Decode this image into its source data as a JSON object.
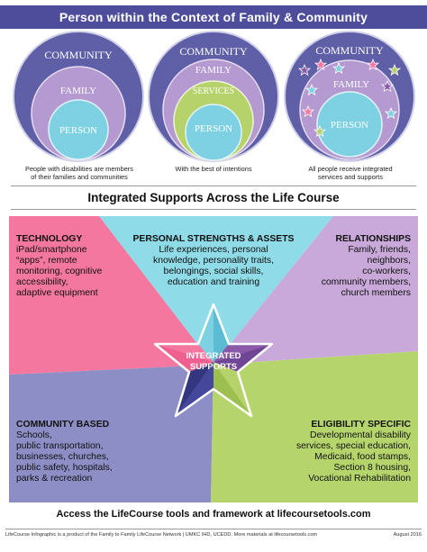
{
  "header": {
    "title": "Person within the Context of Family & Community"
  },
  "circles": [
    {
      "community": "COMMUNITY",
      "family": "FAMILY",
      "person": "PERSON",
      "caption": "People with disabilities are members\nof their families and communities"
    },
    {
      "community": "COMMUNITY",
      "family": "FAMILY",
      "services": "SERVICES",
      "person": "PERSON",
      "caption": "With the best of intentions"
    },
    {
      "community": "COMMUNITY",
      "family": "FAMILY",
      "person": "PERSON",
      "caption": "All people receive integrated\nservices and supports"
    }
  ],
  "supports": {
    "title": "Integrated Supports Across the Life Course",
    "center": [
      "INTEGRATED",
      "SUPPORTS"
    ],
    "technology": {
      "title": "TECHNOLOGY",
      "body": "iPad/smartphone\n“apps”, remote\nmonitoring, cognitive\naccessibility,\nadaptive equipment"
    },
    "personal": {
      "title": "PERSONAL STRENGTHS & ASSETS",
      "body": "Life experiences, personal\nknowledge, personality traits,\nbelongings, social skills,\neducation and training"
    },
    "relationships": {
      "title": "RELATIONSHIPS",
      "body": "Family, friends,\nneighbors,\nco-workers,\ncommunity members,\nchurch members"
    },
    "community": {
      "title": "COMMUNITY BASED",
      "body": "Schools,\npublic transportation,\nbusinesses, churches,\npublic safety, hospitals,\nparks & recreation"
    },
    "eligibility": {
      "title": "ELIGIBILITY SPECIFIC",
      "body": "Developmental disability\nservices, special education,\nMedicaid, food stamps,\nSection 8 housing,\nVocational Rehabilitation"
    }
  },
  "access": "Access the LifeCourse tools and framework at lifecoursetools.com",
  "footer": {
    "left": "LifeCourse Infographic is a product of the Family to Family LifeCourse Network  |  UMKC IHD, UCEDD. More materials at lifecoursetools.com",
    "right": "August 2016"
  },
  "colors": {
    "header": "#4d4d9c",
    "community": "#5f5fa8",
    "family": "#b49ad0",
    "services": "#b6d26b",
    "person": "#7ed1e2",
    "technology": "#f3779f",
    "personal": "#8fdbe8",
    "relationships": "#c8a9d9",
    "community_based": "#8e8ec6",
    "eligibility": "#b5d56c"
  }
}
